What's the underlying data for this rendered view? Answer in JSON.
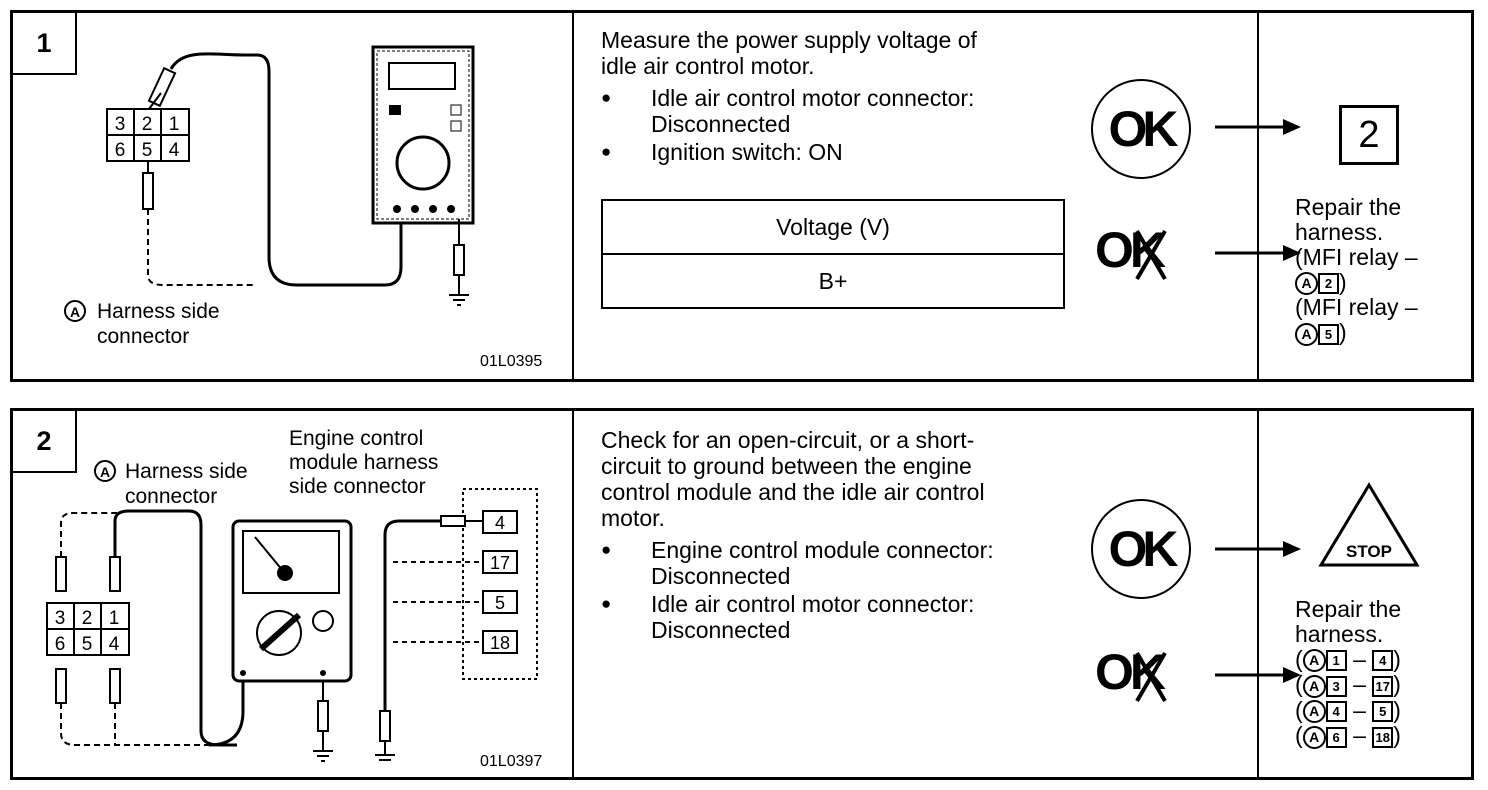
{
  "step1": {
    "number": "1",
    "illustration": {
      "pins_top": [
        "3",
        "2",
        "1"
      ],
      "pins_bottom": [
        "6",
        "5",
        "4"
      ],
      "legend_letter": "A",
      "legend_line1": "Harness side",
      "legend_line2": "connector",
      "figure_code": "01L0395"
    },
    "instruction_line1": "Measure the power supply voltage of",
    "instruction_line2": "idle air control motor.",
    "conditions": [
      {
        "line1": "Idle air control motor connector:",
        "line2": "Disconnected"
      },
      {
        "line1": "Ignition switch: ON",
        "line2": ""
      }
    ],
    "table": {
      "header": "Voltage  (V)",
      "value": "B+"
    },
    "ok_label": "OK",
    "ng_label": "OK",
    "next_step": "2",
    "repair": {
      "line1": "Repair the",
      "line2": "harness.",
      "ref1_prefix": "(MFI relay –",
      "ref1_letter": "A",
      "ref1_pin": "2",
      "ref1_close": ")",
      "ref2_prefix": "(MFI relay –",
      "ref2_letter": "A",
      "ref2_pin": "5",
      "ref2_close": ")"
    }
  },
  "step2": {
    "number": "2",
    "illustration": {
      "legend_letter": "A",
      "legend_line1": "Harness side",
      "legend_line2": "connector",
      "ecm_label1": "Engine control",
      "ecm_label2": "module harness",
      "ecm_label3": "side connector",
      "pins_top": [
        "3",
        "2",
        "1"
      ],
      "pins_bottom": [
        "6",
        "5",
        "4"
      ],
      "ecm_pins": [
        "4",
        "17",
        "5",
        "18"
      ],
      "figure_code": "01L0397"
    },
    "instruction_lines": [
      "Check for an open-circuit, or a short-",
      "circuit to ground between the engine",
      "control module and the idle air control",
      "motor."
    ],
    "conditions": [
      {
        "line1": "Engine control module connector:",
        "line2": "Disconnected"
      },
      {
        "line1": "Idle air control motor connector:",
        "line2": "Disconnected"
      }
    ],
    "ok_label": "OK",
    "ng_label": "OK",
    "stop_label": "STOP",
    "repair": {
      "line1": "Repair the",
      "line2": "harness.",
      "refs": [
        {
          "letter": "A",
          "from": "1",
          "dash": "–",
          "to": "4"
        },
        {
          "letter": "A",
          "from": "3",
          "dash": "–",
          "to": "17"
        },
        {
          "letter": "A",
          "from": "4",
          "dash": "–",
          "to": "5"
        },
        {
          "letter": "A",
          "from": "6",
          "dash": "–",
          "to": "18"
        }
      ]
    }
  }
}
